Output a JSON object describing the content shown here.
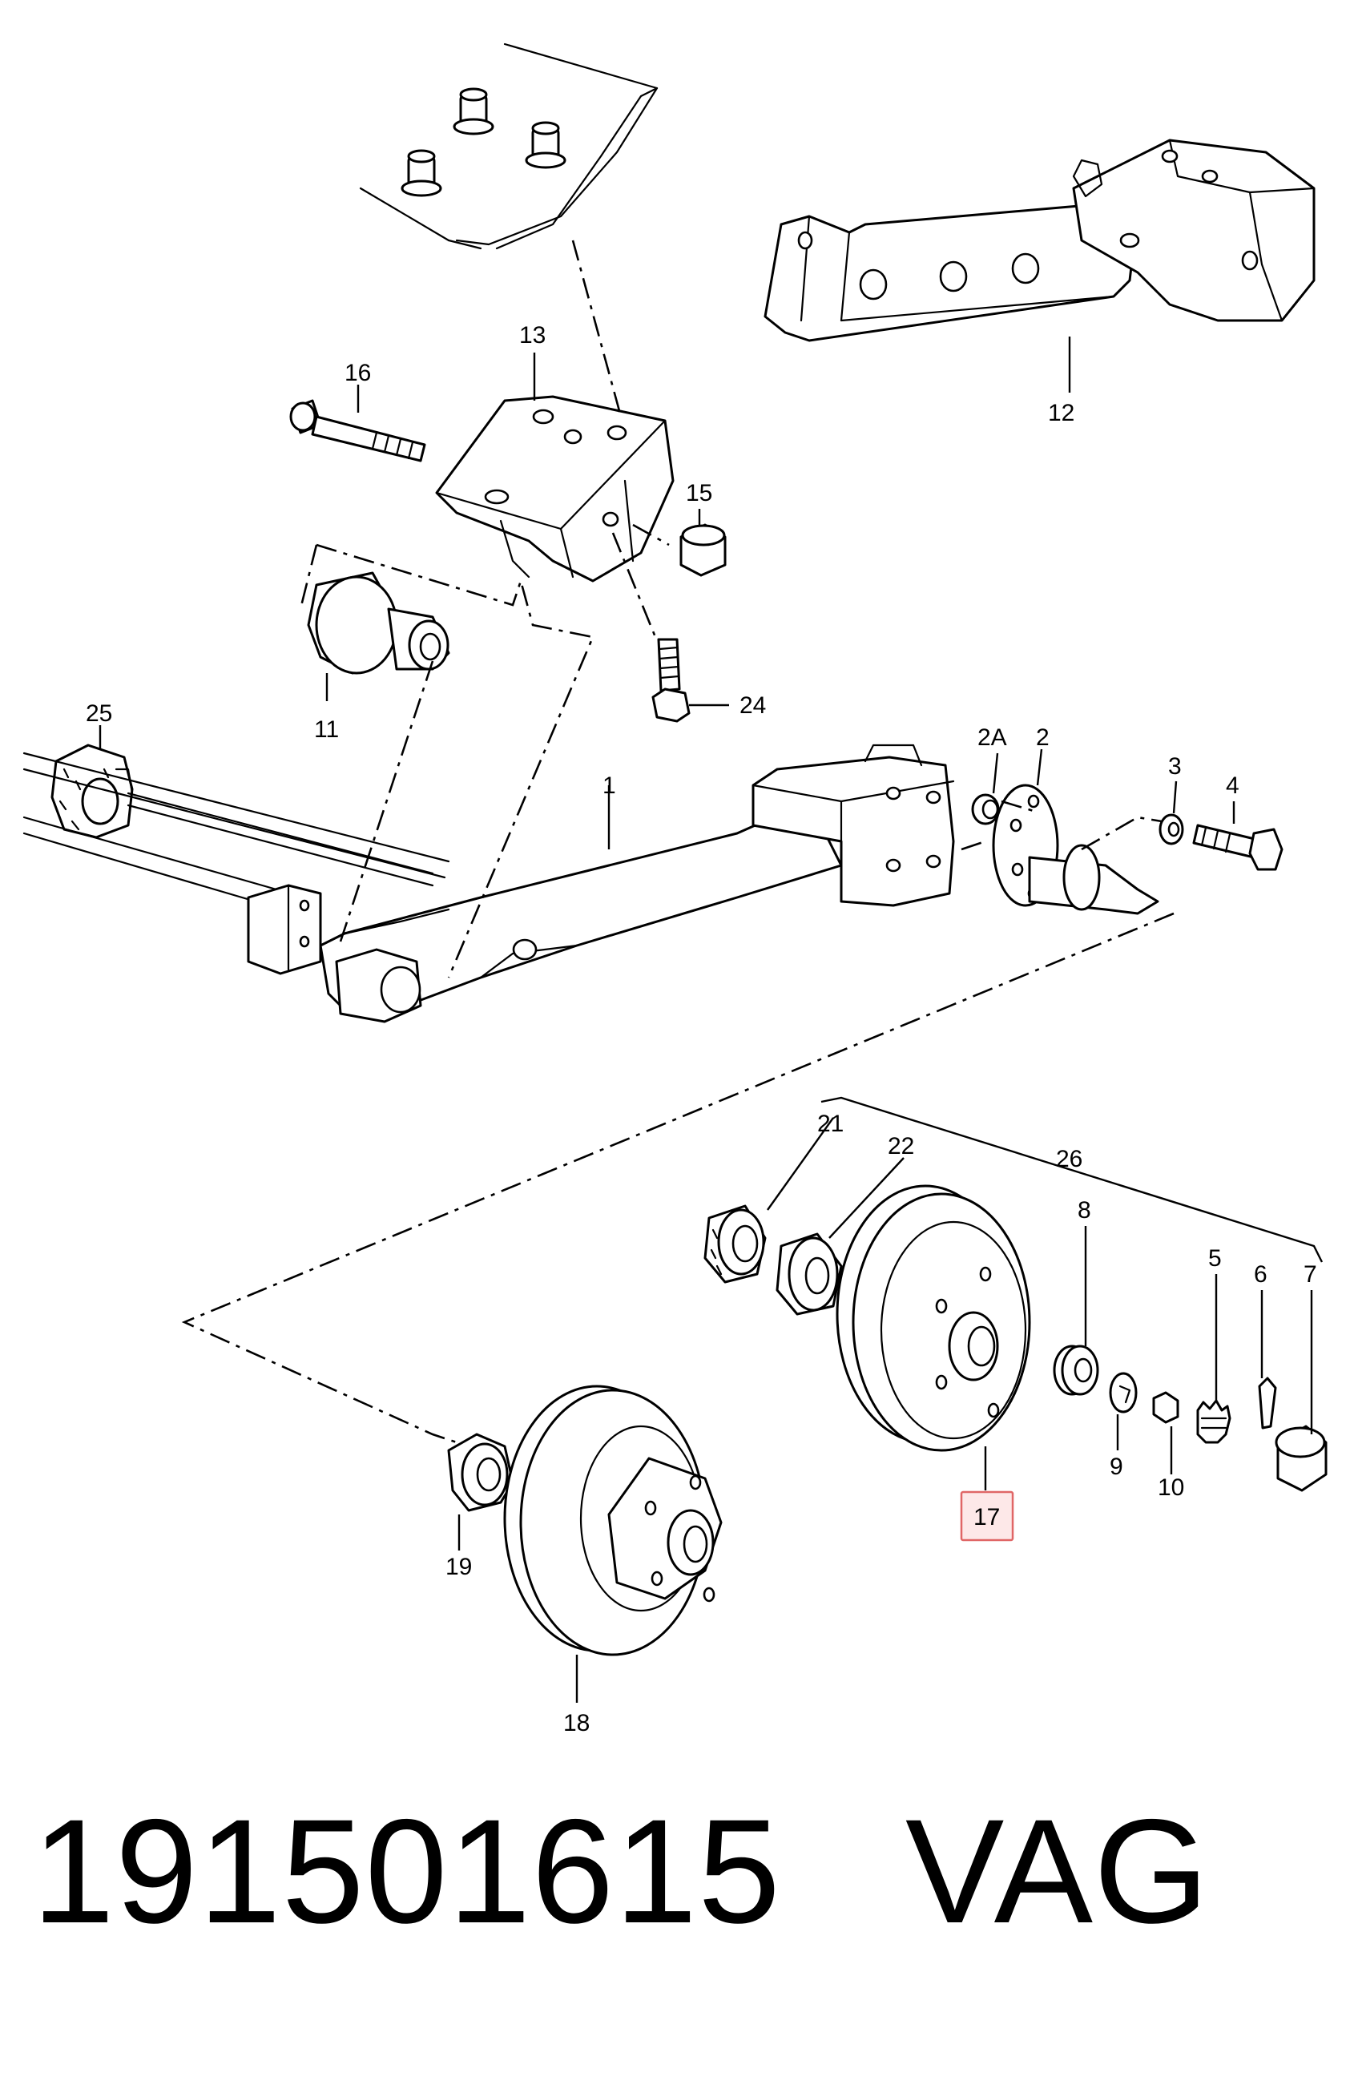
{
  "diagram": {
    "callouts": {
      "c1": "1",
      "c2": "2",
      "c2a": "2A",
      "c3": "3",
      "c4": "4",
      "c5": "5",
      "c6": "6",
      "c7": "7",
      "c8": "8",
      "c9": "9",
      "c10": "10",
      "c11": "11",
      "c12": "12",
      "c13": "13",
      "c15": "15",
      "c16": "16",
      "c17": "17",
      "c18": "18",
      "c19": "19",
      "c21": "21",
      "c22": "22",
      "c24": "24",
      "c25": "25",
      "c26": "26"
    },
    "highlighted_callout": "17",
    "highlight_color": "#e06666"
  },
  "footer": {
    "part_number": "191501615",
    "brand": "VAG"
  }
}
